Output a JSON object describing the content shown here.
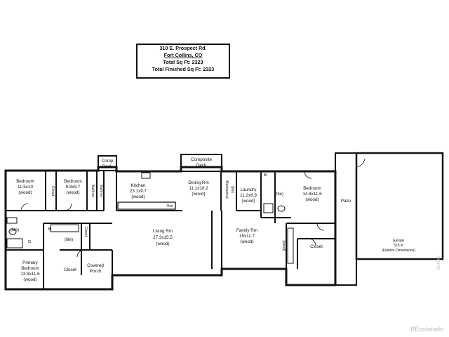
{
  "header": {
    "address_line1": "310 E. Prospect Rd.",
    "address_line2": "Fort Collins, CO",
    "total_sqft": "Total Sq Ft:  2323",
    "finished_sqft": "Total Finished Sq Ft:  2323"
  },
  "rooms": {
    "bedroom_left": {
      "name": "Bedroom",
      "dims": "11.5x10",
      "floor": "(wood)"
    },
    "closet_a": {
      "name": "Closet"
    },
    "bedroom_2": {
      "name": "Bedroom",
      "dims": "9.8x9.7",
      "floor": "(wood)"
    },
    "built_ins_a": {
      "name": "Built-ins"
    },
    "built_ins_b": {
      "name": "Built-ins"
    },
    "comp_deck": {
      "name": "Comp",
      "name2": "Deck"
    },
    "kitchen": {
      "name": "Kitchen",
      "dims": "23.1x9.7",
      "floor": "(wood)"
    },
    "dining": {
      "name": "Dining Rm",
      "dims": "11.1x10.2",
      "floor": "(wood)"
    },
    "composite_deck": {
      "name": "Composite",
      "name2": "Deck"
    },
    "mechanical": {
      "name": "Mechanical",
      "floor": "(tile)"
    },
    "laundry": {
      "name": "Laundry",
      "dims": "11.2x6.9",
      "floor": "(wood)"
    },
    "bath_right": {
      "floor": "(tile)"
    },
    "bedroom_right": {
      "name": "Bedroom",
      "dims": "14.8x11.6",
      "floor": "(wood)"
    },
    "patio": {
      "name": "Patio"
    },
    "garage": {
      "name": "Garage",
      "area": "515 sf",
      "note": "(Exterior Dimensions)"
    },
    "bath_left": {
      "floor": "(tile)"
    },
    "bath_mid": {
      "floor": "(tile)"
    },
    "closet_b": {
      "name": "Closet"
    },
    "living": {
      "name": "Living Rm",
      "dims": "27.3x15.5",
      "floor": "(wood)"
    },
    "family": {
      "name": "Family Rm",
      "dims": "15x11.7",
      "floor": "(wood)"
    },
    "closet_right": {
      "name": "Closet"
    },
    "wood_side": {
      "floor": "(wood)"
    },
    "primary": {
      "name": "Primary",
      "name2": "Bedroom",
      "dims": "13.9x11.6",
      "floor": "(wood)"
    },
    "closet_primary": {
      "name": "Closet"
    },
    "covered_porch": {
      "name": "Covered",
      "name2": "Porch"
    }
  },
  "fixtures": {
    "bi": "BI",
    "cl": "Cl",
    "ovn": "Ovn"
  },
  "branding": {
    "watermark": "REcolorado",
    "side_mark": "iGUIDE"
  }
}
